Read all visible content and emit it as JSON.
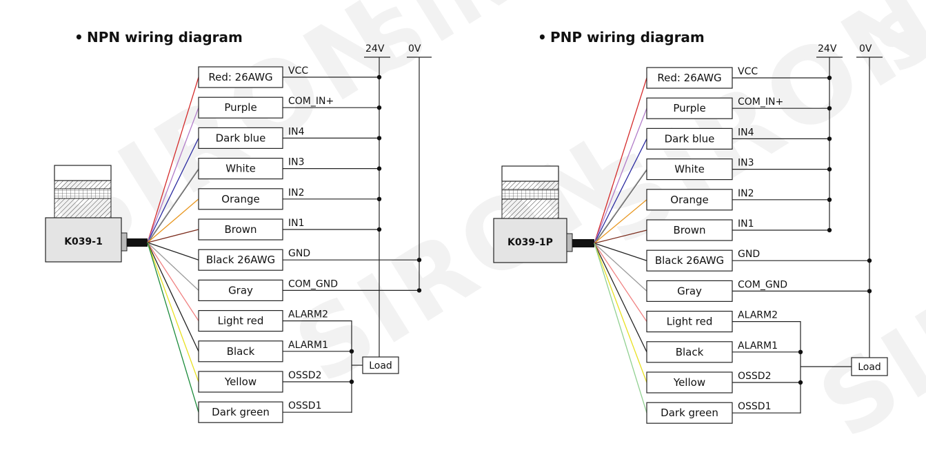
{
  "watermark": "SIRON",
  "diagrams": [
    {
      "title": "NPN wiring diagram",
      "device_label": "K039-1",
      "rail_24v": "24V",
      "rail_0v": "0V",
      "load_label": "Load",
      "wires": [
        {
          "label": "Red: 26AWG",
          "signal": "VCC",
          "color": "#d42a2a"
        },
        {
          "label": "Purple",
          "signal": "COM_IN+",
          "color": "#b07ac8"
        },
        {
          "label": "Dark blue",
          "signal": "IN4",
          "color": "#2a2aa0"
        },
        {
          "label": "White",
          "signal": "IN3",
          "color": "#9a9a9a"
        },
        {
          "label": "Orange",
          "signal": "IN2",
          "color": "#e8961e"
        },
        {
          "label": "Brown",
          "signal": "IN1",
          "color": "#7a2a1a"
        },
        {
          "label": "Black 26AWG",
          "signal": "GND",
          "color": "#222222"
        },
        {
          "label": "Gray",
          "signal": "COM_GND",
          "color": "#9a9a9a"
        },
        {
          "label": "Light red",
          "signal": "ALARM2",
          "color": "#f08080"
        },
        {
          "label": "Black",
          "signal": "ALARM1",
          "color": "#222222"
        },
        {
          "label": "Yellow",
          "signal": "OSSD2",
          "color": "#e8e020"
        },
        {
          "label": "Dark green",
          "signal": "OSSD1",
          "color": "#1a8a3a"
        }
      ]
    },
    {
      "title": "PNP wiring diagram",
      "device_label": "K039-1P",
      "rail_24v": "24V",
      "rail_0v": "0V",
      "load_label": "Load",
      "wires": [
        {
          "label": "Red: 26AWG",
          "signal": "VCC",
          "color": "#d42a2a"
        },
        {
          "label": "Purple",
          "signal": "COM_IN+",
          "color": "#b07ac8"
        },
        {
          "label": "Dark blue",
          "signal": "IN4",
          "color": "#2a2aa0"
        },
        {
          "label": "White",
          "signal": "IN3",
          "color": "#9a9a9a"
        },
        {
          "label": "Orange",
          "signal": "IN2",
          "color": "#e8961e"
        },
        {
          "label": "Brown",
          "signal": "IN1",
          "color": "#7a2a1a"
        },
        {
          "label": "Black 26AWG",
          "signal": "GND",
          "color": "#222222"
        },
        {
          "label": "Gray",
          "signal": "COM_GND",
          "color": "#9a9a9a"
        },
        {
          "label": "Light red",
          "signal": "ALARM2",
          "color": "#f08080"
        },
        {
          "label": "Black",
          "signal": "ALARM1",
          "color": "#222222"
        },
        {
          "label": "Yellow",
          "signal": "OSSD2",
          "color": "#e8e020"
        },
        {
          "label": "Dark green",
          "signal": "OSSD1",
          "color": "#90d090"
        }
      ]
    }
  ]
}
